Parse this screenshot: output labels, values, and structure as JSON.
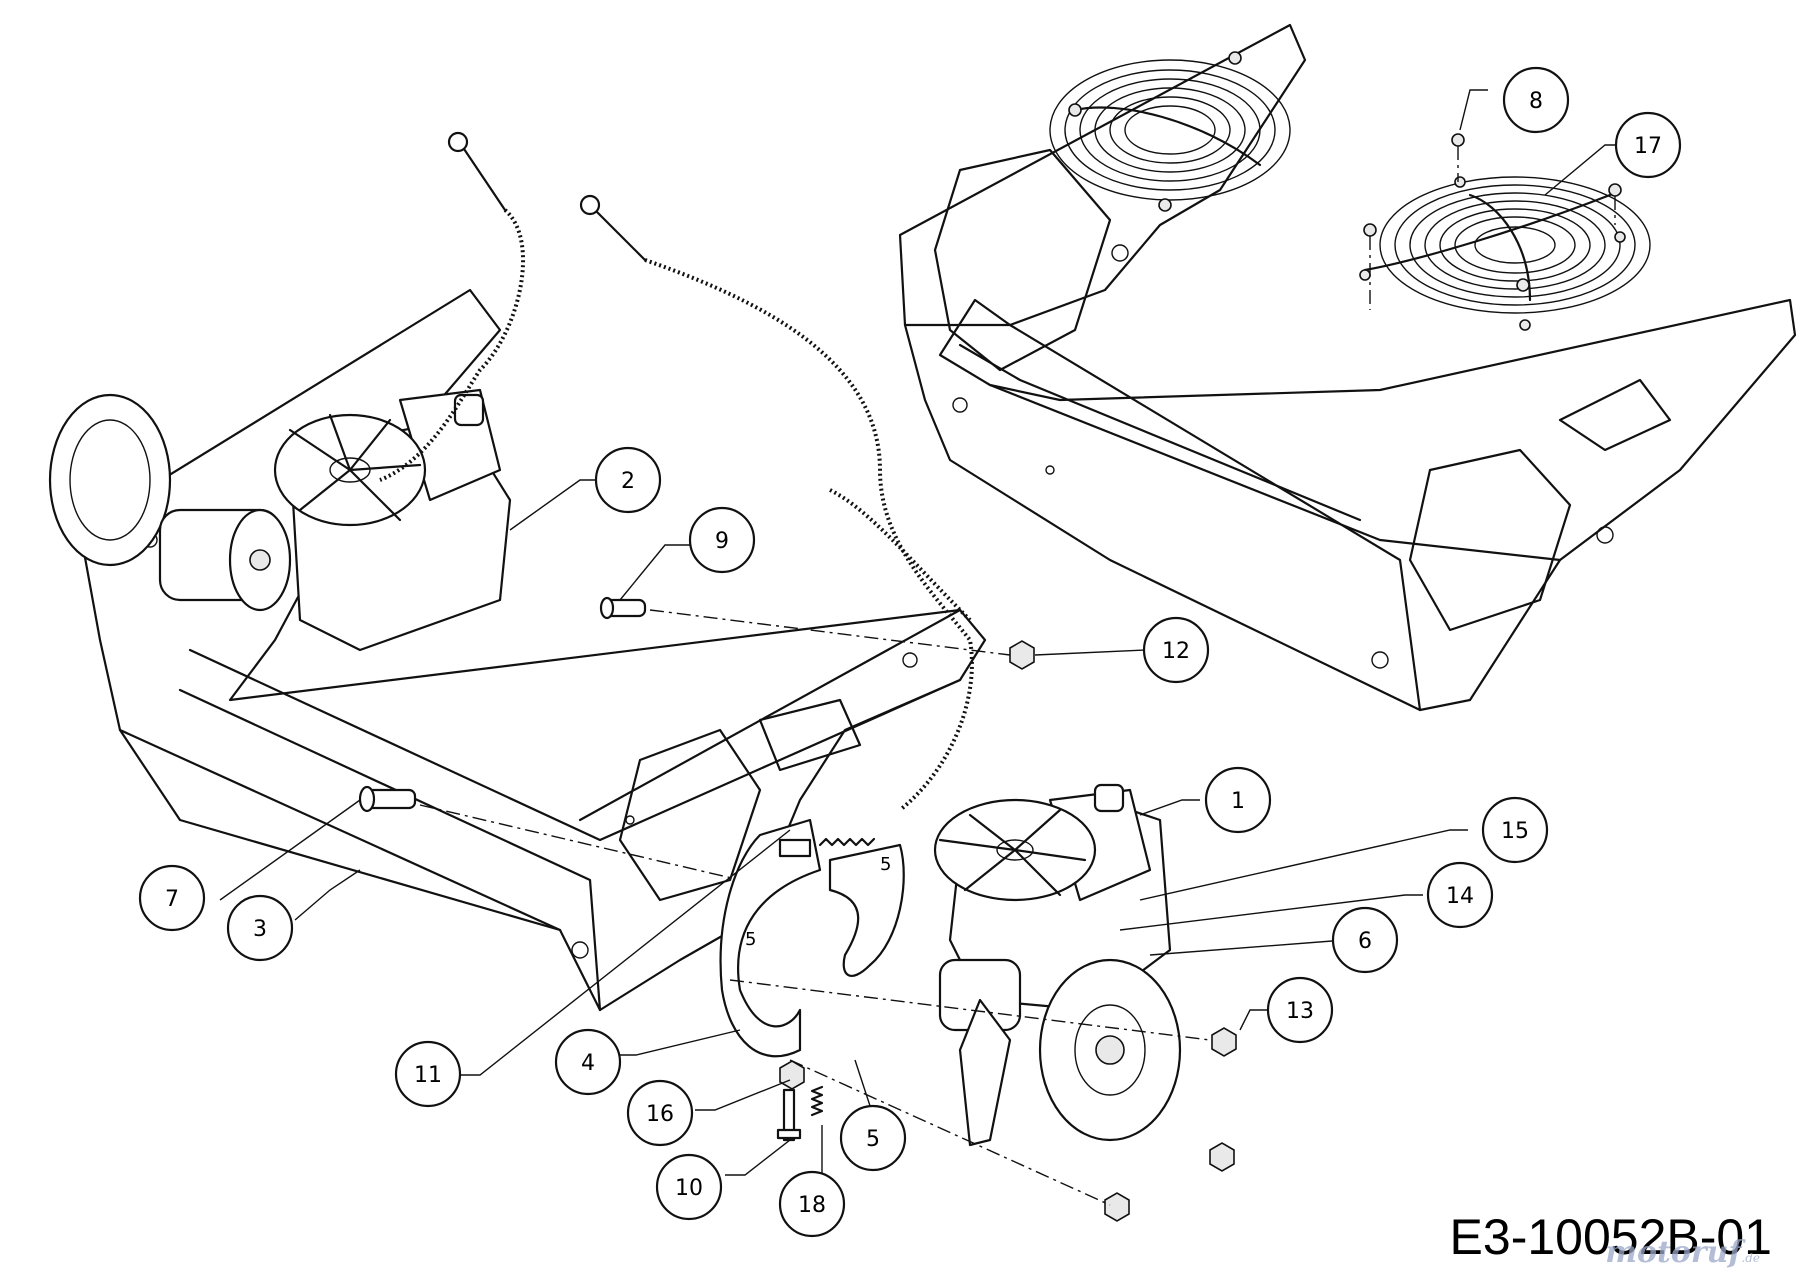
{
  "callouts": [
    {
      "number": "1"
    },
    {
      "number": "2"
    },
    {
      "number": "3"
    },
    {
      "number": "4"
    },
    {
      "number": "5"
    },
    {
      "number": "6"
    },
    {
      "number": "7"
    },
    {
      "number": "8"
    },
    {
      "number": "9"
    },
    {
      "number": "10"
    },
    {
      "number": "11"
    },
    {
      "number": "12"
    },
    {
      "number": "13"
    },
    {
      "number": "14"
    },
    {
      "number": "15"
    },
    {
      "number": "16"
    },
    {
      "number": "17"
    },
    {
      "number": "18"
    }
  ],
  "bracket_stamp": "5",
  "drawing_code": "E3-10052B-01",
  "watermark": {
    "brand": "motoruf",
    "tld": ".de",
    "color": "#9aa7c8"
  }
}
